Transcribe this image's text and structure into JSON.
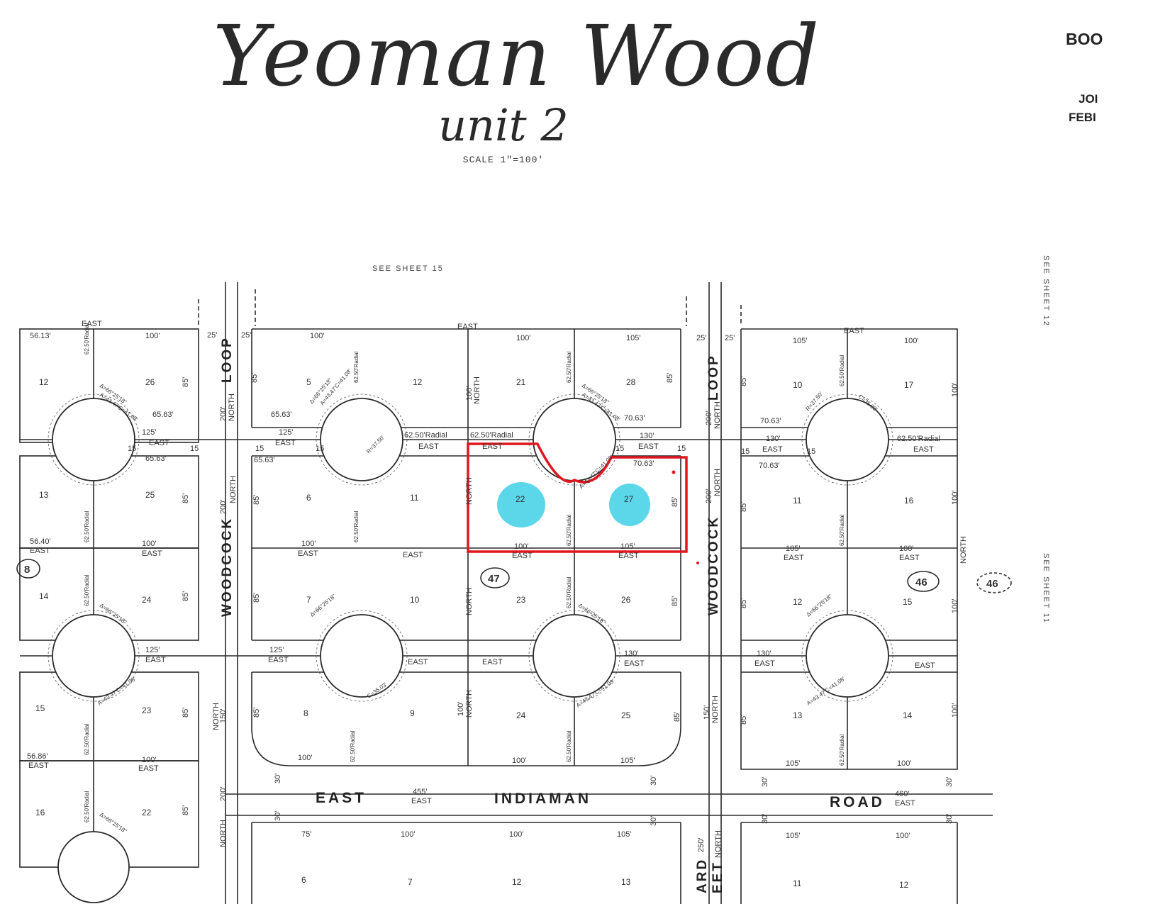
{
  "header": {
    "title": "Yeoman Wood",
    "subtitle": "unit 2",
    "scale": "SCALE 1\"=100'",
    "corner_top": "BOO",
    "corner_mid1": "JOI",
    "corner_mid2": "FEBI"
  },
  "sheets": {
    "top": "SEE   SHEET   15",
    "right_top": "SEE   SHEET   12",
    "right_bottom": "SEE   SHEET   11"
  },
  "streets": {
    "loop_west_1": "LOOP",
    "woodcock_west": "WOODCOCK",
    "loop_east_1": "LOOP",
    "woodcock_east": "WOODCOCK",
    "east": "EAST",
    "indiaman": "INDIAMAN",
    "road": "ROAD",
    "ard": "ARD",
    "eet": "EET"
  },
  "blocks": {
    "b47": "47",
    "b46a": "46",
    "b46b": "46",
    "b8": "8"
  },
  "lots": {
    "l12a": "12",
    "l26": "26",
    "l13a": "13",
    "l25a": "25",
    "l14a": "14",
    "l24a": "24",
    "l15a": "15",
    "l23": "23",
    "l16": "16",
    "l22a": "22",
    "l5": "5",
    "l12b": "12",
    "l21": "21",
    "l28": "28",
    "l10a": "10",
    "l17": "17",
    "l6": "6",
    "l11a": "11",
    "l22h": "22",
    "l27h": "27",
    "l11b": "11",
    "l16b": "16",
    "l7": "7",
    "l10b": "10",
    "l23b": "23",
    "l26b": "26",
    "l12c": "12",
    "l15b": "15",
    "l8": "8",
    "l9": "9",
    "l24b": "24",
    "l25b": "25",
    "l13b": "13",
    "l14b": "14",
    "l6b": "6",
    "l7b": "7",
    "l12d": "12",
    "l13c": "13",
    "l11c": "11",
    "l12e": "12"
  },
  "dims": {
    "east": "EAST",
    "north": "NORTH",
    "d100": "100'",
    "d105": "105'",
    "d125": "125'",
    "d130": "130'",
    "d200": "200'",
    "d25": "25'",
    "d15": "15",
    "d85": "85'",
    "d6563": "65.63'",
    "d7063": "70.63'",
    "d455": "455'",
    "d460": "460'",
    "d30": "30'",
    "d150": "150'",
    "d250": "250'",
    "d75": "75'",
    "radial": "62.50'Radial",
    "d5613": "56.13'",
    "d5640": "56.40'",
    "d5686": "56.86'",
    "curve1": "Δ=66°25'18\"",
    "curve2": "A=43.47'C=41.08'",
    "curve3": "R=37.50'",
    "curve4": "C=35.03'"
  },
  "colors": {
    "ink": "#2a2a2a",
    "highlight_line": "#e0161e",
    "highlight_fill": "#3fd0e6"
  }
}
